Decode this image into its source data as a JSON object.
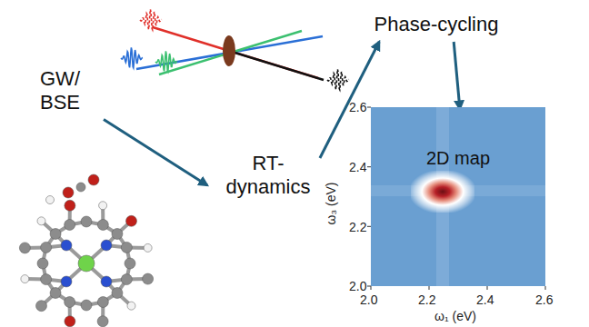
{
  "diagram": {
    "nodes": [
      {
        "text": [
          "GW/ BSE"
        ]
      },
      {
        "text": [
          "RT- dynamics"
        ]
      },
      {
        "text": [
          "Phase-cycling"
        ]
      },
      {
        "text": [
          "2D map"
        ]
      }
    ],
    "edges": [
      {
        "from": 0,
        "to": 1,
        "arrow": "to"
      },
      {
        "from": 1,
        "to": 2,
        "arrow": "to"
      },
      {
        "from": 2,
        "to": 3,
        "arrow": "to"
      }
    ],
    "labels": [
      "2.6",
      "2.4",
      "2.2",
      "2.0",
      "ω₃ (eV)",
      "2.0",
      "2.2",
      "2.4",
      "2.6",
      "ω₁ (eV)"
    ]
  }
}
